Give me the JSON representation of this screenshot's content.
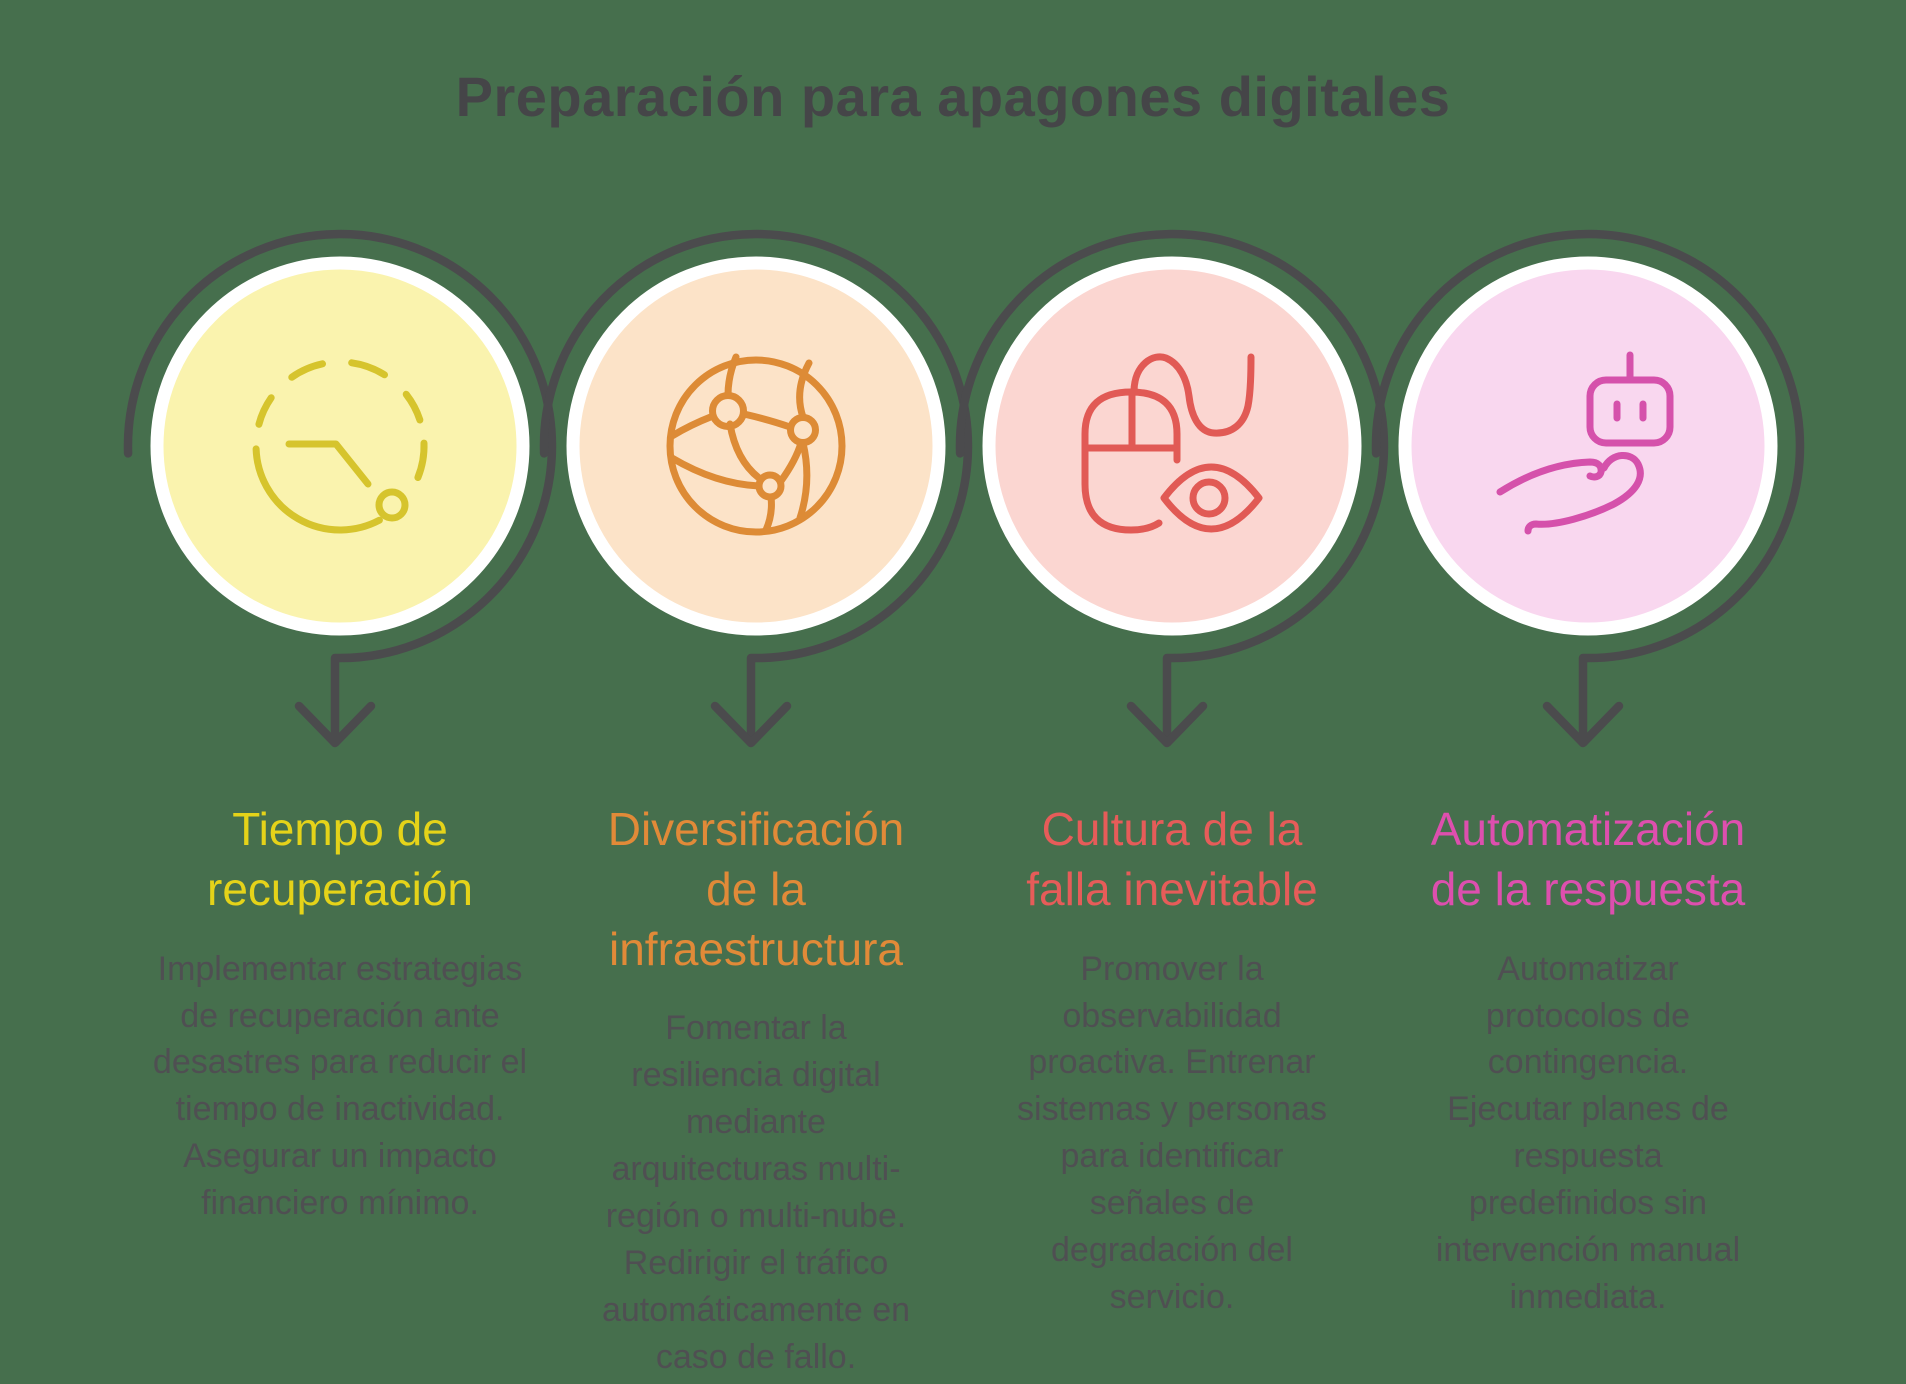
{
  "background_color": "#466f4d",
  "arrow_color": "#4b4b4d",
  "body_text_color": "#4f4f52",
  "white_ring_color": "#ffffff",
  "title": {
    "text": "Preparación para apagones digitales",
    "color": "#454548"
  },
  "columns": [
    {
      "icon": "clock",
      "circle_fill": "#faf3ae",
      "icon_color": "#d6c42d",
      "heading": "Tiempo de\nrecuperación",
      "heading_color": "#e5d319",
      "body": "Implementar estrategias\nde recuperación ante\ndesastres para reducir el\ntiempo de inactividad.\nAsegurar un impacto\nfinanciero mínimo."
    },
    {
      "icon": "globe-network",
      "circle_fill": "#fce3c8",
      "icon_color": "#dd8b36",
      "heading": "Diversificación\nde la\ninfraestructura",
      "heading_color": "#e18a38",
      "body": "Fomentar la\nresiliencia digital\nmediante\narquitecturas multi-\nregión o multi-nube.\nRedirigir el tráfico\nautomáticamente en\ncaso de fallo."
    },
    {
      "icon": "mouse-eye",
      "circle_fill": "#fbd6d1",
      "icon_color": "#e15a55",
      "heading": "Cultura de la\nfalla inevitable",
      "heading_color": "#e65c59",
      "body": "Promover la\nobservabilidad\nproactiva. Entrenar\nsistemas y personas\npara identificar\nseñales de\ndegradación del\nservicio."
    },
    {
      "icon": "robot-hand",
      "circle_fill": "#f9d7ef",
      "icon_color": "#d551ab",
      "heading": "Automatización\nde la respuesta",
      "heading_color": "#dd4fae",
      "body": "Automatizar\nprotocolos de\ncontingencia.\nEjecutar planes de\nrespuesta\npredefinidos sin\nintervención manual\ninmediata."
    }
  ]
}
